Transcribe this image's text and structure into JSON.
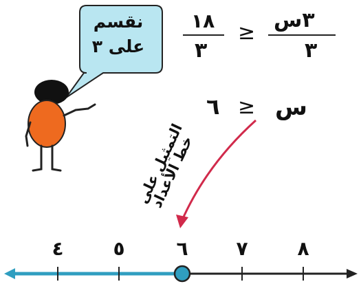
{
  "bubble": {
    "line1": "نقسم",
    "line2": "على ٣"
  },
  "equation1": {
    "lhs_numerator": "٣س",
    "lhs_denominator": "٣",
    "operator": "≥",
    "rhs_numerator": "١٨",
    "rhs_denominator": "٣"
  },
  "equation2": {
    "lhs": "س",
    "operator": "≥",
    "rhs": "٦"
  },
  "arrow_label": {
    "line1": "التمثيل على",
    "line2": "خط الأعداد"
  },
  "number_line": {
    "ticks": [
      "٤",
      "٥",
      "٦",
      "٧",
      "٨"
    ],
    "closed_point": "٦",
    "shaded_direction": "left",
    "colors": {
      "line": "#222222",
      "shaded": "#2f9ec0",
      "point_fill": "#2f9ec0",
      "arrow": "#d12a4b",
      "bubble_fill": "#b9e6f1",
      "body": "#ee6a1f"
    }
  }
}
